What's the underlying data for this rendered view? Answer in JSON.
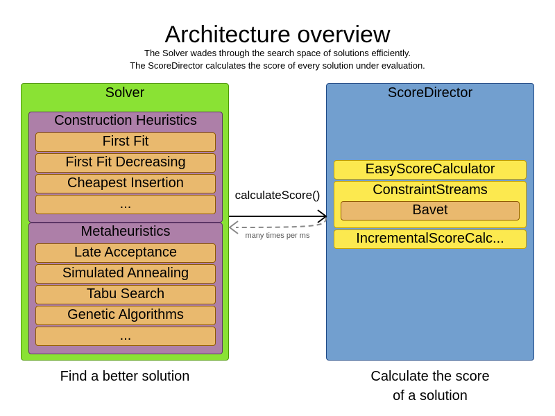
{
  "title": "Architecture overview",
  "subtitle_lines": [
    "The Solver wades through the search space of solutions efficiently.",
    "The ScoreDirector calculates the score of every solution under evaluation."
  ],
  "solver": {
    "title": "Solver",
    "construction_heuristics": {
      "title": "Construction Heuristics",
      "items": [
        "First Fit",
        "First Fit Decreasing",
        "Cheapest Insertion",
        "..."
      ]
    },
    "metaheuristics": {
      "title": "Metaheuristics",
      "items": [
        "Late Acceptance",
        "Simulated Annealing",
        "Tabu Search",
        "Genetic Algorithms",
        "..."
      ]
    },
    "caption": "Find a better solution"
  },
  "score_director": {
    "title": "ScoreDirector",
    "easy": "EasyScoreCalculator",
    "constraint_streams": "ConstraintStreams",
    "bavet": "Bavet",
    "incremental": "IncrementalScoreCalc...",
    "caption_lines": [
      "Calculate the score",
      "of a solution"
    ]
  },
  "connector": {
    "call_label": "calculateScore()",
    "frequency_label": "many times per ms"
  },
  "colors": {
    "solver_fill": "#8ae234",
    "director_fill": "#729fcf",
    "group_fill": "#ad7fa8",
    "item_fill": "#e9b96e",
    "yellow_fill": "#fce94f"
  }
}
